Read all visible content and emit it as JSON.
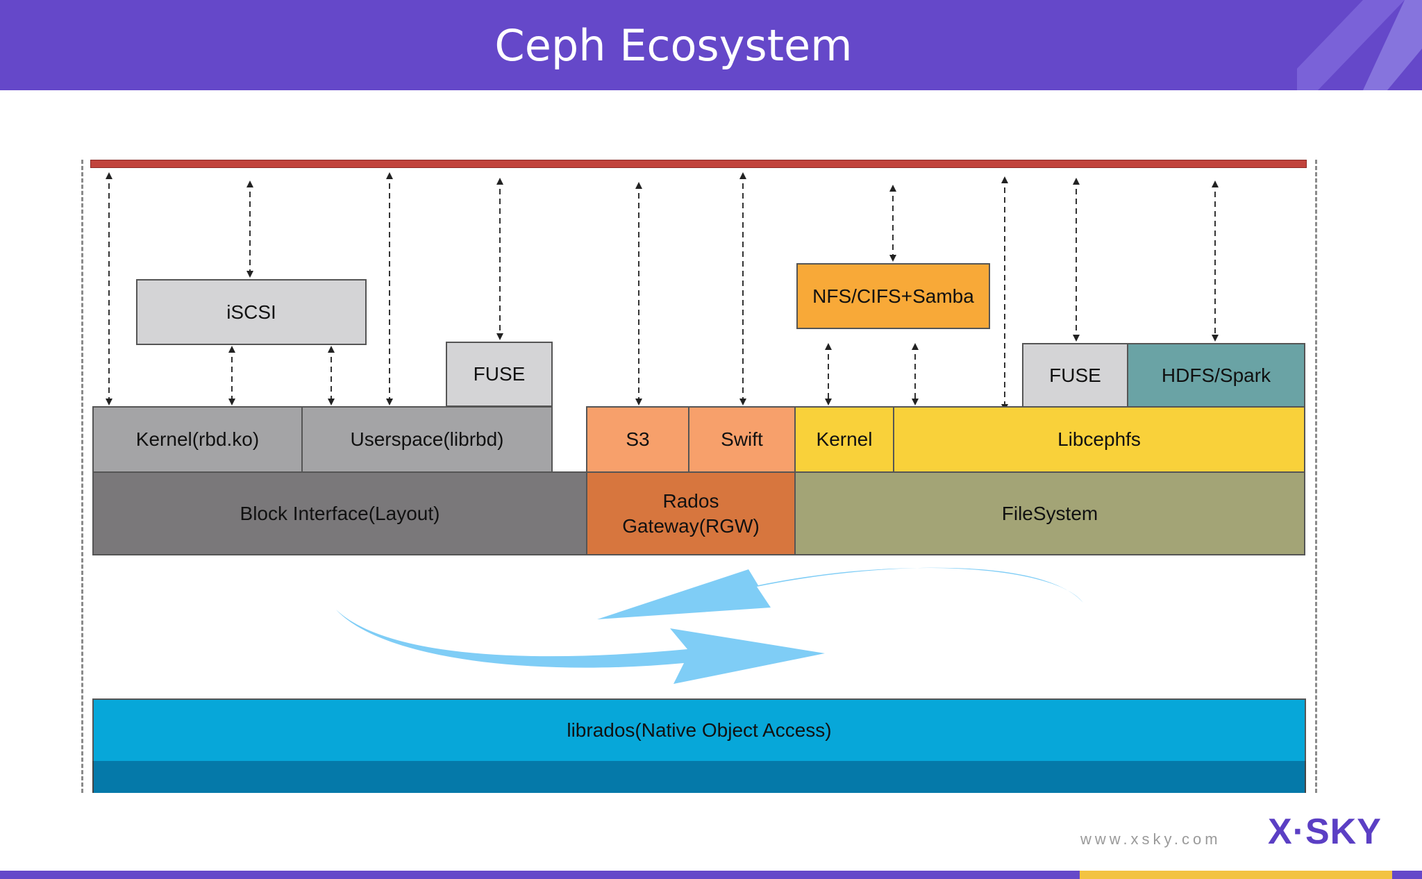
{
  "header": {
    "title": "Ceph Ecosystem"
  },
  "diagram": {
    "boxes": {
      "iscsi": "iSCSI",
      "fuse_block": "FUSE",
      "nfs": "NFS/CIFS+Samba",
      "fuse_fs": "FUSE",
      "hdfs": "HDFS/Spark",
      "kernel_rbd": "Kernel(rbd.ko)",
      "userspace": "Userspace(librbd)",
      "s3": "S3",
      "swift": "Swift",
      "kernel_fs": "Kernel",
      "libcephfs": "Libcephfs",
      "block_interface": "Block Interface(Layout)",
      "rgw": "Rados\nGateway(RGW)",
      "filesystem": "FileSystem",
      "librados": "librados(Native Object Access)"
    },
    "colors": {
      "header": "#6548c9",
      "red_bar": "#c1433c",
      "gray_light": "#d4d4d6",
      "gray_mid": "#a4a4a6",
      "gray_dark": "#7a787a",
      "orange_light": "#f7a06b",
      "orange_dark": "#d7763e",
      "orange": "#f8a938",
      "yellow": "#f9d13a",
      "olive": "#a3a476",
      "teal": "#6aa3a5",
      "blue": "#07a7d9",
      "blue_dark": "#0579a9",
      "swoosh": "#7fcdf6"
    }
  },
  "footer": {
    "url": "www.xsky.com",
    "logo": "X·SKY"
  }
}
